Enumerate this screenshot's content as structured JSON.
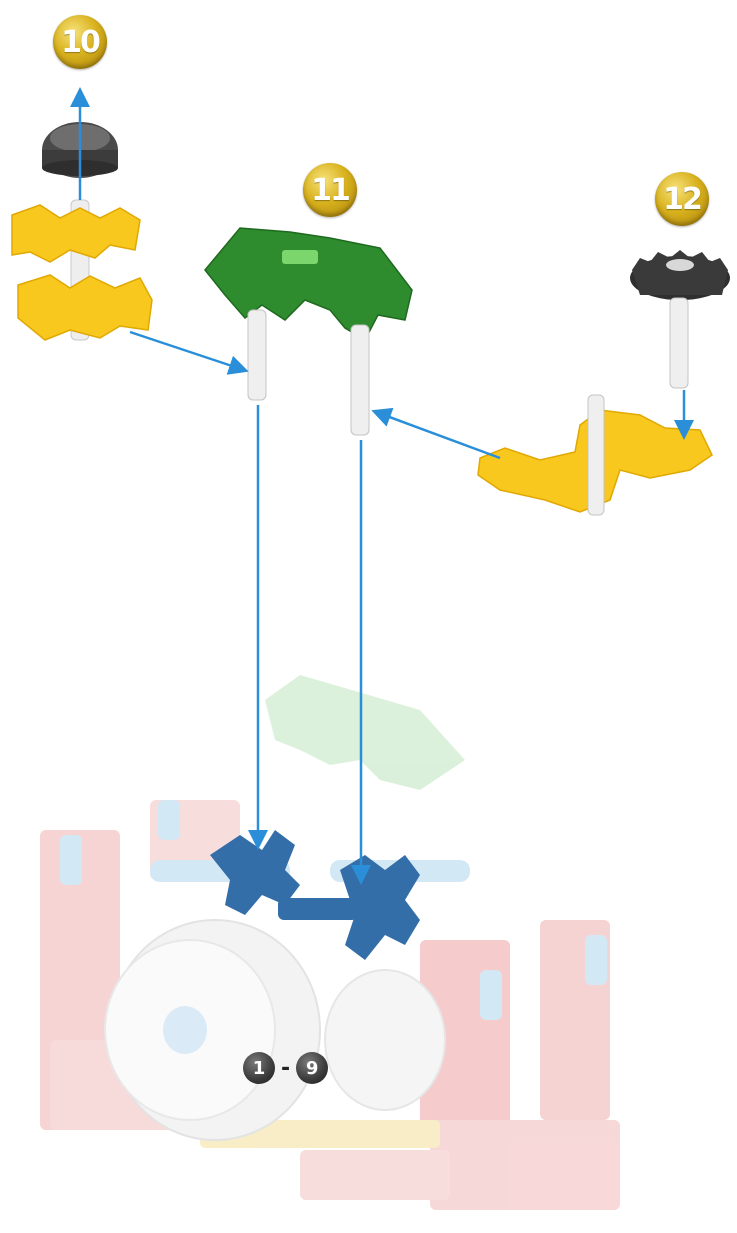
{
  "steps": {
    "step_a": "10",
    "step_b": "11",
    "step_c": "12"
  },
  "previous_steps": {
    "from": "1",
    "separator": "-",
    "to": "9"
  },
  "colors": {
    "yellow_part": "#f9c81e",
    "green_part": "#2e8b2e",
    "blue_part": "#1f5fa0",
    "black_part": "#3a3a3a",
    "arrow": "#2a8fd8",
    "faded_red": "#f3c8c8"
  }
}
